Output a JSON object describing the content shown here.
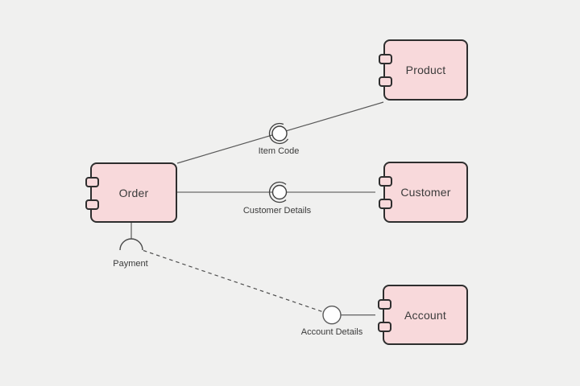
{
  "diagram": {
    "type": "uml-component-diagram",
    "components": [
      {
        "label": "Order"
      },
      {
        "label": "Product"
      },
      {
        "label": "Customer"
      },
      {
        "label": "Account"
      }
    ],
    "connectors": [
      {
        "label": "Item Code",
        "kind": "ball-and-socket",
        "from": "Order",
        "to": "Product",
        "line": "solid"
      },
      {
        "label": "Customer Details",
        "kind": "ball-and-socket",
        "from": "Order",
        "to": "Customer",
        "line": "solid"
      },
      {
        "label": "Payment",
        "kind": "socket",
        "from": "Order",
        "line": "solid"
      },
      {
        "label": "Account Details",
        "kind": "ball",
        "from": "Payment",
        "to": "Account",
        "line": "dashed"
      }
    ],
    "colors": {
      "background": "#f0f0ef",
      "component_fill": "#f8d9db",
      "component_border": "#2e2e2e",
      "connector_line": "#595959",
      "ball_socket_stroke": "#3f3f3f",
      "ball_fill": "#fefefe",
      "label_text": "#3a3a3a"
    }
  }
}
